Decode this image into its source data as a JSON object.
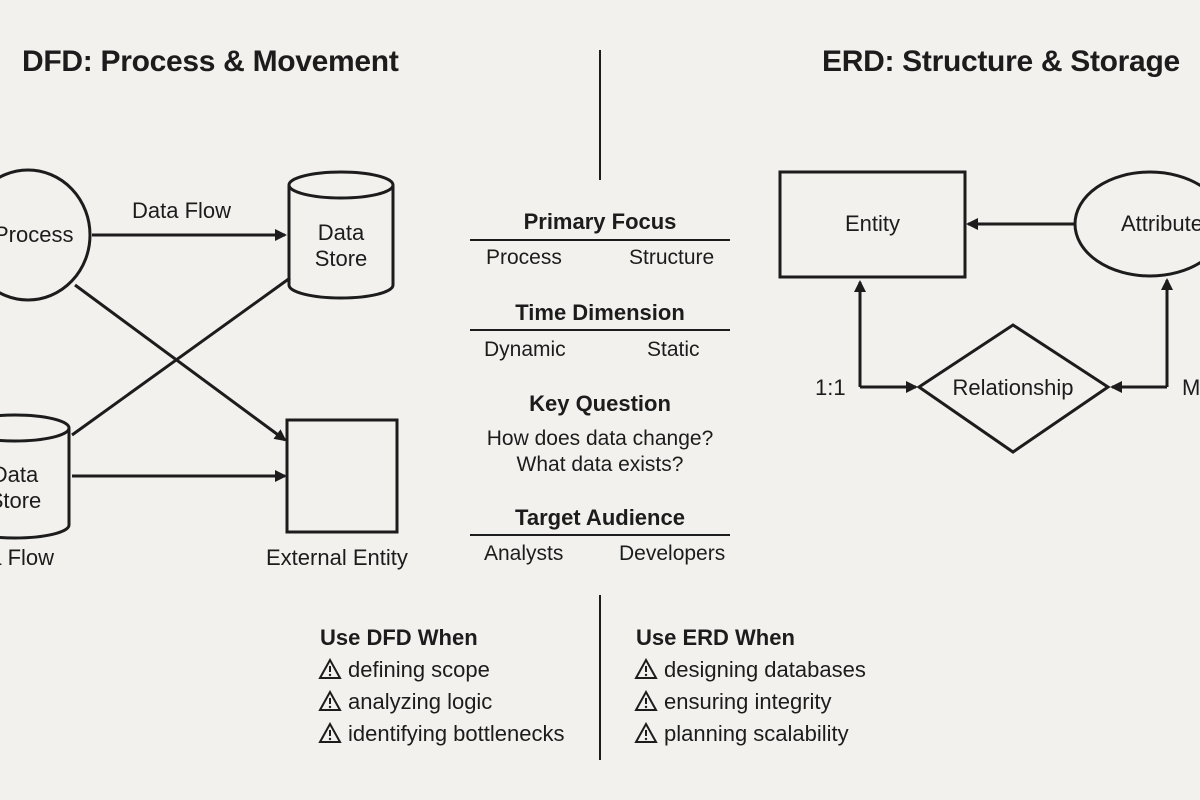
{
  "dfd": {
    "title": "DFD: Process & Movement",
    "process_label": "Process",
    "data_flow_label": "Data Flow",
    "data_store_top": "Data\nStore",
    "data_store_bottom": "Data\nStore",
    "data_flow_bottom": "Data Flow",
    "external_entity_label": "External Entity"
  },
  "erd": {
    "title": "ERD: Structure & Storage",
    "entity_label": "Entity",
    "attribute_label": "Attribute",
    "relationship_label": "Relationship",
    "cardinality_left": "1:1",
    "cardinality_right": "M:N"
  },
  "comparison": [
    {
      "title": "Primary Focus",
      "left": "Process",
      "right": "Structure"
    },
    {
      "title": "Time Dimension",
      "left": "Dynamic",
      "right": "Static"
    },
    {
      "title": "Key Question",
      "left": "How does data change?",
      "right": "What data exists?"
    },
    {
      "title": "Target Audience",
      "left": "Analysts",
      "right": "Developers"
    }
  ],
  "use_dfd": {
    "title": "Use DFD When",
    "items": [
      "defining scope",
      "analyzing logic",
      "identifying bottlenecks"
    ]
  },
  "use_erd": {
    "title": "Use ERD When",
    "items": [
      "designing databases",
      "ensuring integrity",
      "planning scalability"
    ]
  },
  "icons": {
    "warning": "warning-icon"
  },
  "colors": {
    "ink": "#1c1c1c",
    "paper": "#f2f1ee"
  }
}
